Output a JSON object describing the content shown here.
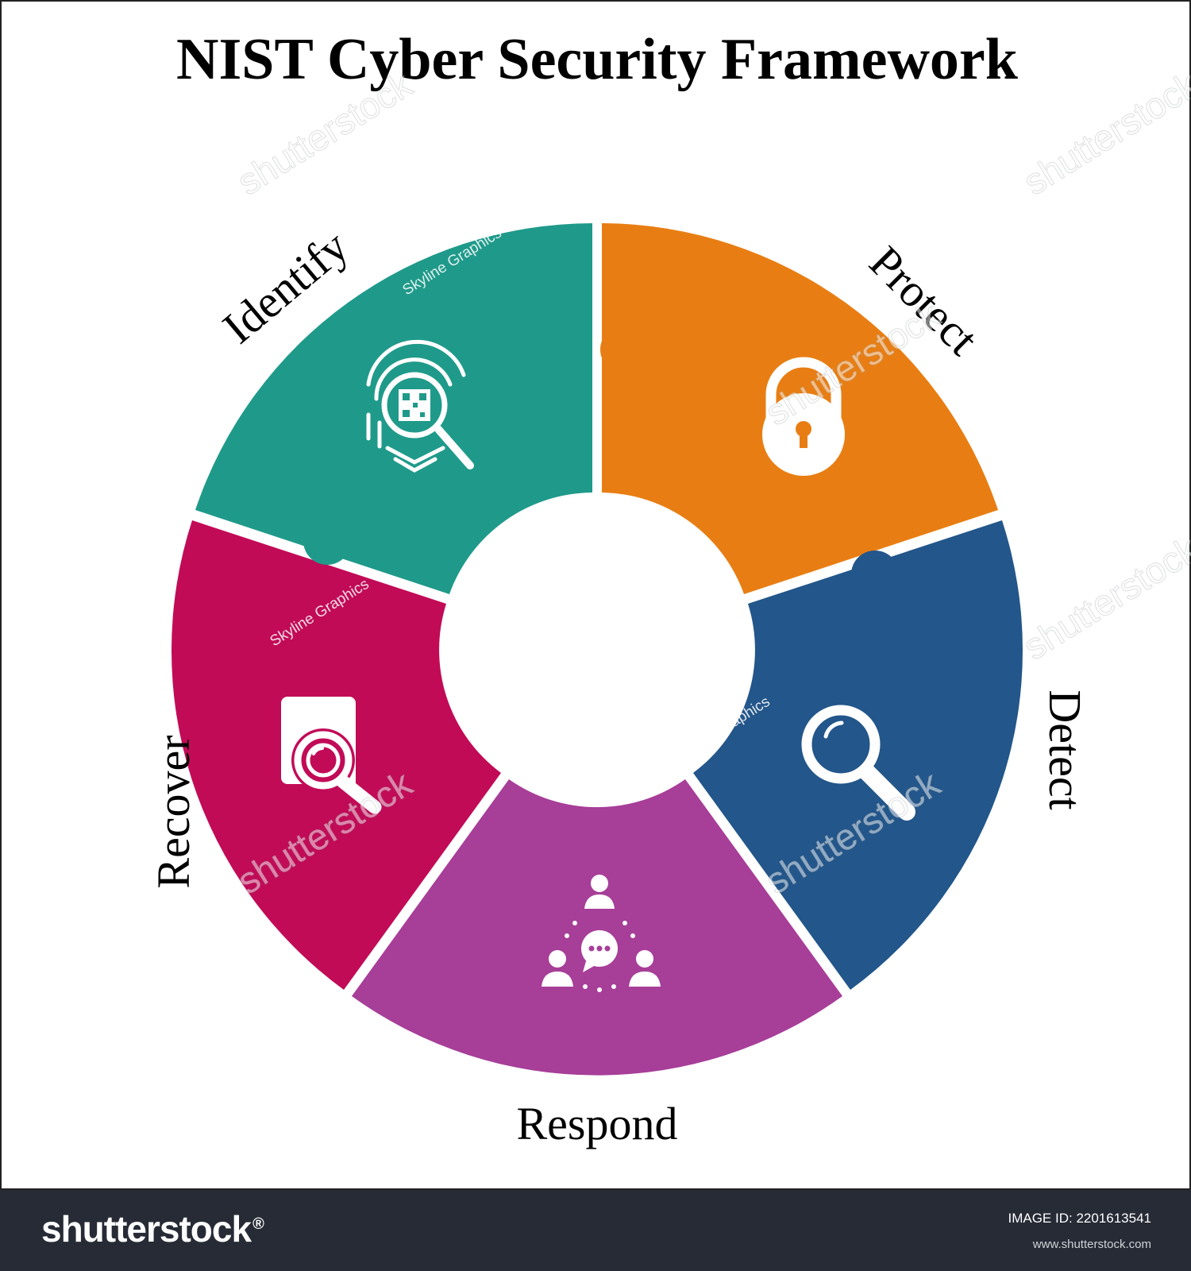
{
  "title": "NIST Cyber Security Framework",
  "segments": [
    {
      "id": "identify",
      "label": "Identify",
      "color": "#1f9a8a",
      "icon": "fingerprint-qr-magnifier-icon"
    },
    {
      "id": "protect",
      "label": "Protect",
      "color": "#e87e13",
      "icon": "padlock-icon"
    },
    {
      "id": "detect",
      "label": "Detect",
      "color": "#23568a",
      "icon": "magnifying-glass-icon"
    },
    {
      "id": "respond",
      "label": "Respond",
      "color": "#a73e98",
      "icon": "team-communication-icon"
    },
    {
      "id": "recover",
      "label": "Recover",
      "color": "#c10b57",
      "icon": "document-search-icon"
    }
  ],
  "watermarks": {
    "creator": "Skyline Graphics",
    "stock": "shutterstock"
  },
  "footer": {
    "brand": "shutterstock",
    "image_id": "IMAGE ID: 2201613541",
    "url": "www.shutterstock.com"
  }
}
